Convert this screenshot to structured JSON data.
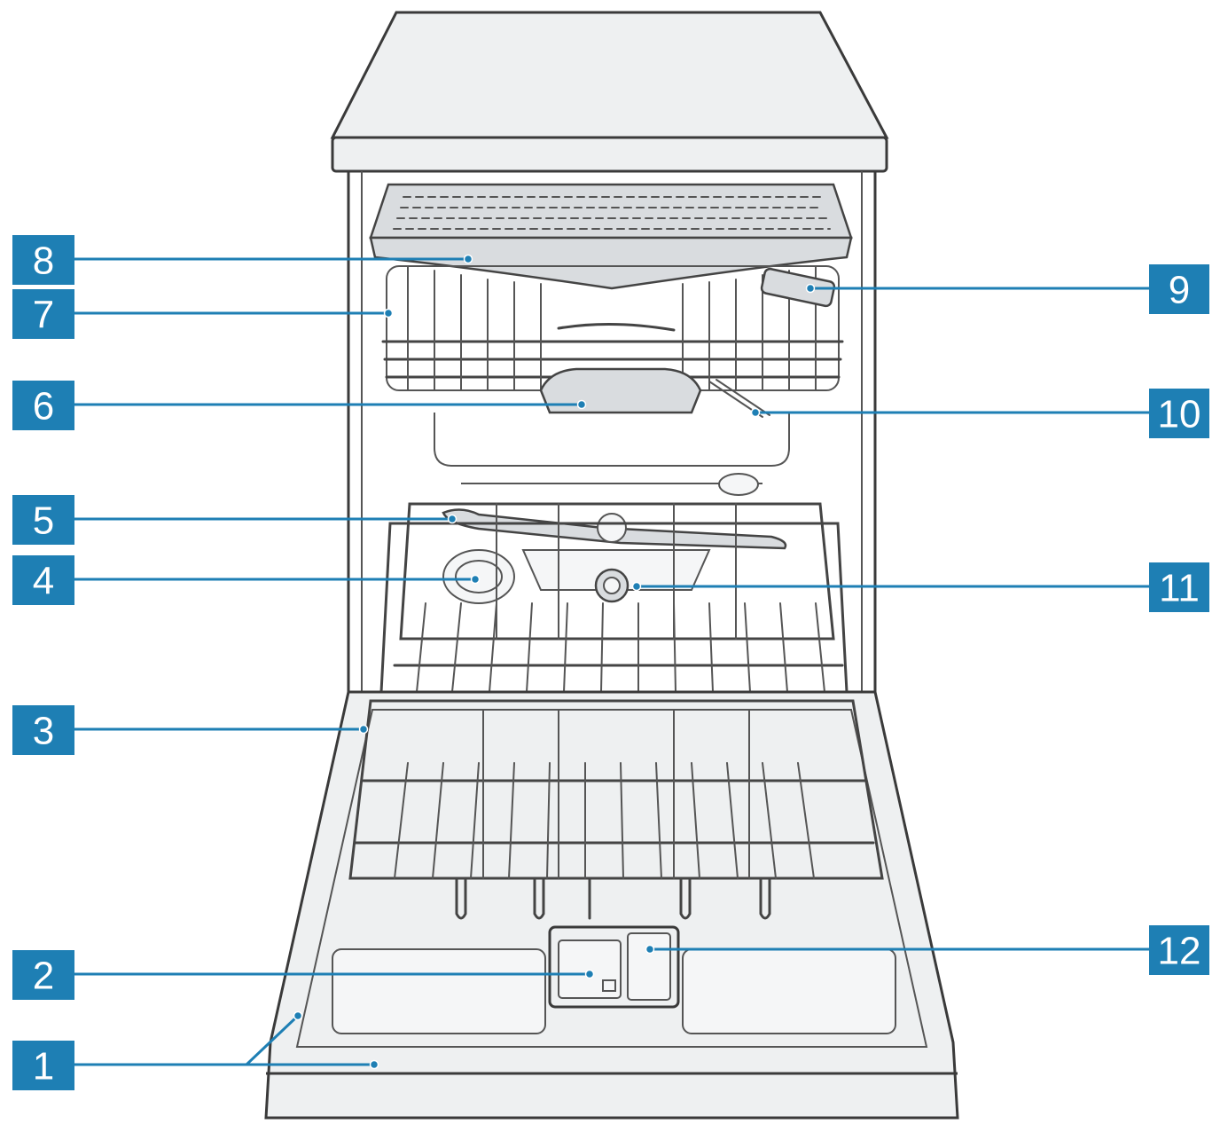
{
  "callouts": [
    {
      "id": "1",
      "label": "1"
    },
    {
      "id": "2",
      "label": "2"
    },
    {
      "id": "3",
      "label": "3"
    },
    {
      "id": "4",
      "label": "4"
    },
    {
      "id": "5",
      "label": "5"
    },
    {
      "id": "6",
      "label": "6"
    },
    {
      "id": "7",
      "label": "7"
    },
    {
      "id": "8",
      "label": "8"
    },
    {
      "id": "9",
      "label": "9"
    },
    {
      "id": "10",
      "label": "10"
    },
    {
      "id": "11",
      "label": "11"
    },
    {
      "id": "12",
      "label": "12"
    }
  ],
  "colors": {
    "badge": "#1e7fb4",
    "outline": "#3a3a3a",
    "panel": "#eef0f1"
  }
}
